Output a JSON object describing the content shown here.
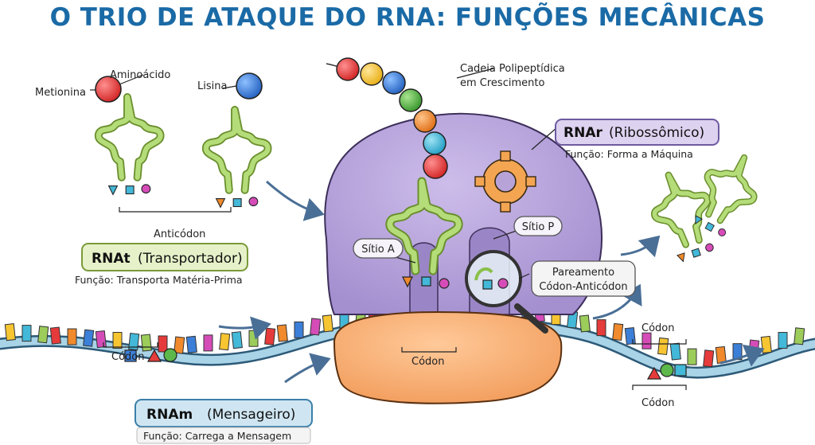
{
  "title": "O TRIO DE ATAQUE DO RNA: FUNÇÕES MECÂNICAS",
  "labels": {
    "aminoacido": "Aminoácido",
    "metionina": "Metionina",
    "lisina": "Lisina",
    "anticodon": "Anticódon",
    "cadeia_line1": "Cadeia Polipeptídica",
    "cadeia_line2": "em Crescimento",
    "sitio_a": "Sítio A",
    "sitio_p": "Sítio P",
    "pareamento_line1": "Pareamento",
    "pareamento_line2": "Códon-Anticódon",
    "codon": "Códon"
  },
  "rnat": {
    "abbr": "RNAt",
    "name": "(Transportador)",
    "function": "Função: Transporta Matéria-Prima"
  },
  "rnar": {
    "abbr": "RNAr",
    "name": "(Ribossômico)",
    "function": "Função: Forma a Máquina"
  },
  "rnam": {
    "abbr": "RNAm",
    "name": "(Mensageiro)",
    "function": "Função: Carrega a Mensagem"
  },
  "colors": {
    "title": "#1a6aa6",
    "ribosome_large": "#b7a3d8",
    "ribosome_small": "#f6b27a",
    "mrna": "#a9d3e6",
    "trna": "#9ccc5a",
    "rnat_box": "#e6f1c9",
    "rnar_box": "#ddd2ef",
    "rnam_box": "#cfe6f2",
    "bead_red": "#e63b3b",
    "bead_yellow": "#f6c531",
    "bead_blue": "#3c7fd8",
    "bead_green": "#5cb84a",
    "bead_orange": "#f08a2c",
    "bead_cyan": "#43b8d8"
  }
}
